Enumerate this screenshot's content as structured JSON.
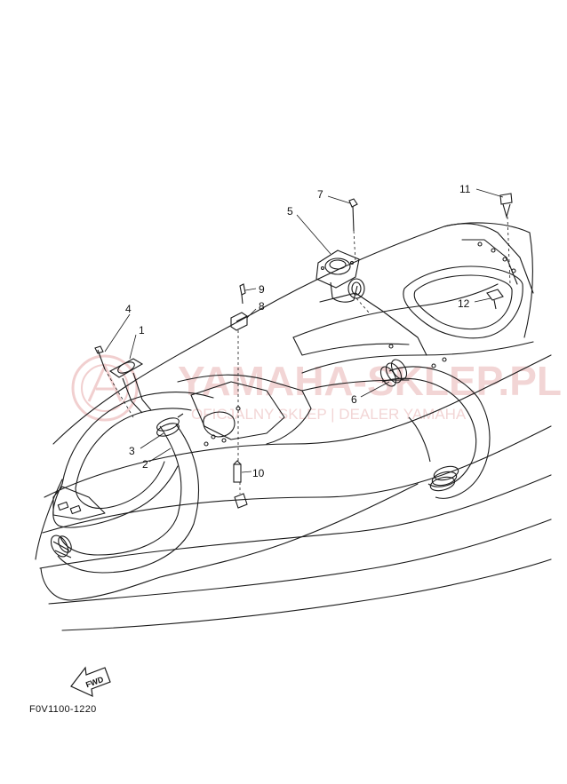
{
  "diagram": {
    "figure_code": "F0V1100-1220",
    "fwd_label": "FWD",
    "callouts": [
      "1",
      "2",
      "3",
      "4",
      "5",
      "6",
      "7",
      "8",
      "9",
      "10",
      "11",
      "12"
    ]
  },
  "watermark": {
    "title": "YAMAHA-SKLEP.PL",
    "subtitle": "OFICJALNY SKLEP | DEALER YAMAHA"
  },
  "colors": {
    "line": "#1a1a1a",
    "watermark": "#e9b7b7"
  }
}
